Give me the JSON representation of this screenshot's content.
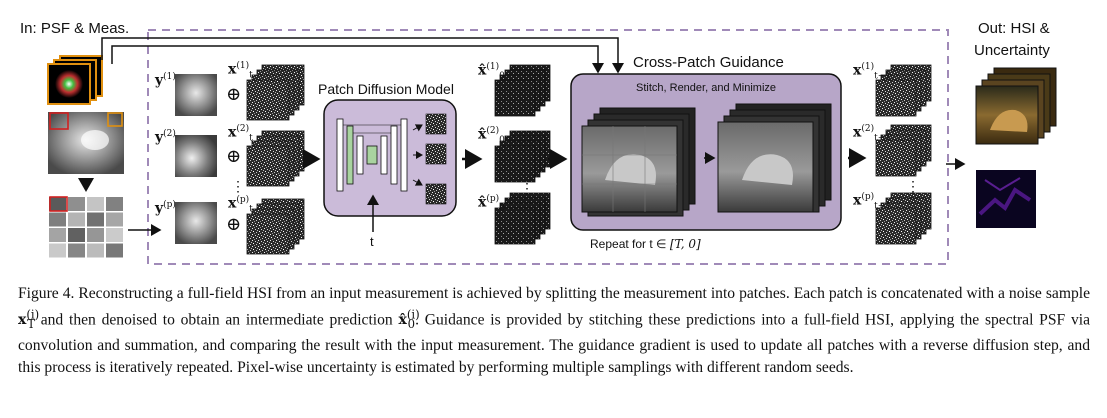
{
  "labels": {
    "input": "In: PSF & Meas.",
    "output_line1": "Out: HSI &",
    "output_line2": "Uncertainty",
    "patch_model": "Patch Diffusion Model",
    "guidance_title": "Cross-Patch Guidance",
    "guidance_sub": "Stitch, Render, and Minimize",
    "repeat_prefix": "Repeat for t ∈ ",
    "repeat_range": "[T, 0]",
    "t": "t"
  },
  "symbols": {
    "y1": "y",
    "y1_sup": "(1)",
    "y2": "y",
    "y2_sup": "(2)",
    "yp": "y",
    "yp_sup": "(p)",
    "xt1": "x",
    "xt1_sup": "(1)",
    "xt1_sub": "t",
    "xt2": "x",
    "xt2_sup": "(2)",
    "xt2_sub": "t",
    "xtp": "x",
    "xtp_sup": "(p)",
    "xtp_sub": "t",
    "x01": "x̂",
    "x01_sup": "(1)",
    "x01_sub": "0",
    "x02": "x̂",
    "x02_sup": "(2)",
    "x02_sub": "0",
    "x0p": "x̂",
    "x0p_sup": "(p)",
    "x0p_sub": "0",
    "xo1": "x",
    "xo1_sup": "(1)",
    "xo1_sub": "t−1",
    "xo2": "x",
    "xo2_sup": "(2)",
    "xo2_sub": "t−1",
    "xop": "x",
    "xop_sup": "(p)",
    "xop_sub": "t−1",
    "oplus": "⊕",
    "vdots": "⋮"
  },
  "caption": {
    "p1": "Figure 4.  Reconstructing a full-field HSI from an input measurement is achieved by splitting the measurement into patches.  Each patch is concatenated with a noise sample ",
    "m1": "x",
    "m1_sup": "(i)",
    "m1_sub": "T",
    "p2": " and then denoised to obtain an intermediate prediction ",
    "m2": "x̂",
    "m2_sup": "(i)",
    "m2_sub": "0",
    "p3": ".  Guidance is provided by stitching these predictions into a full-field HSI, applying the spectral PSF via convolution and summation, and comparing the result with the input measurement.  The guidance gradient is used to update all patches with a reverse diffusion step, and this process is iteratively repeated. Pixel-wise uncertainty is estimated by performing multiple samplings with different random seeds."
  },
  "colors": {
    "dashed_border": "#a08ab8",
    "model_fill": "#cbbbd9",
    "guidance_fill": "#b7a6c8",
    "unet_green": "#a9d3a0",
    "patch_highlight_red": "#d02020",
    "patch_highlight_orange": "#e09010",
    "uncertainty_purple": "#5a1a9a"
  }
}
